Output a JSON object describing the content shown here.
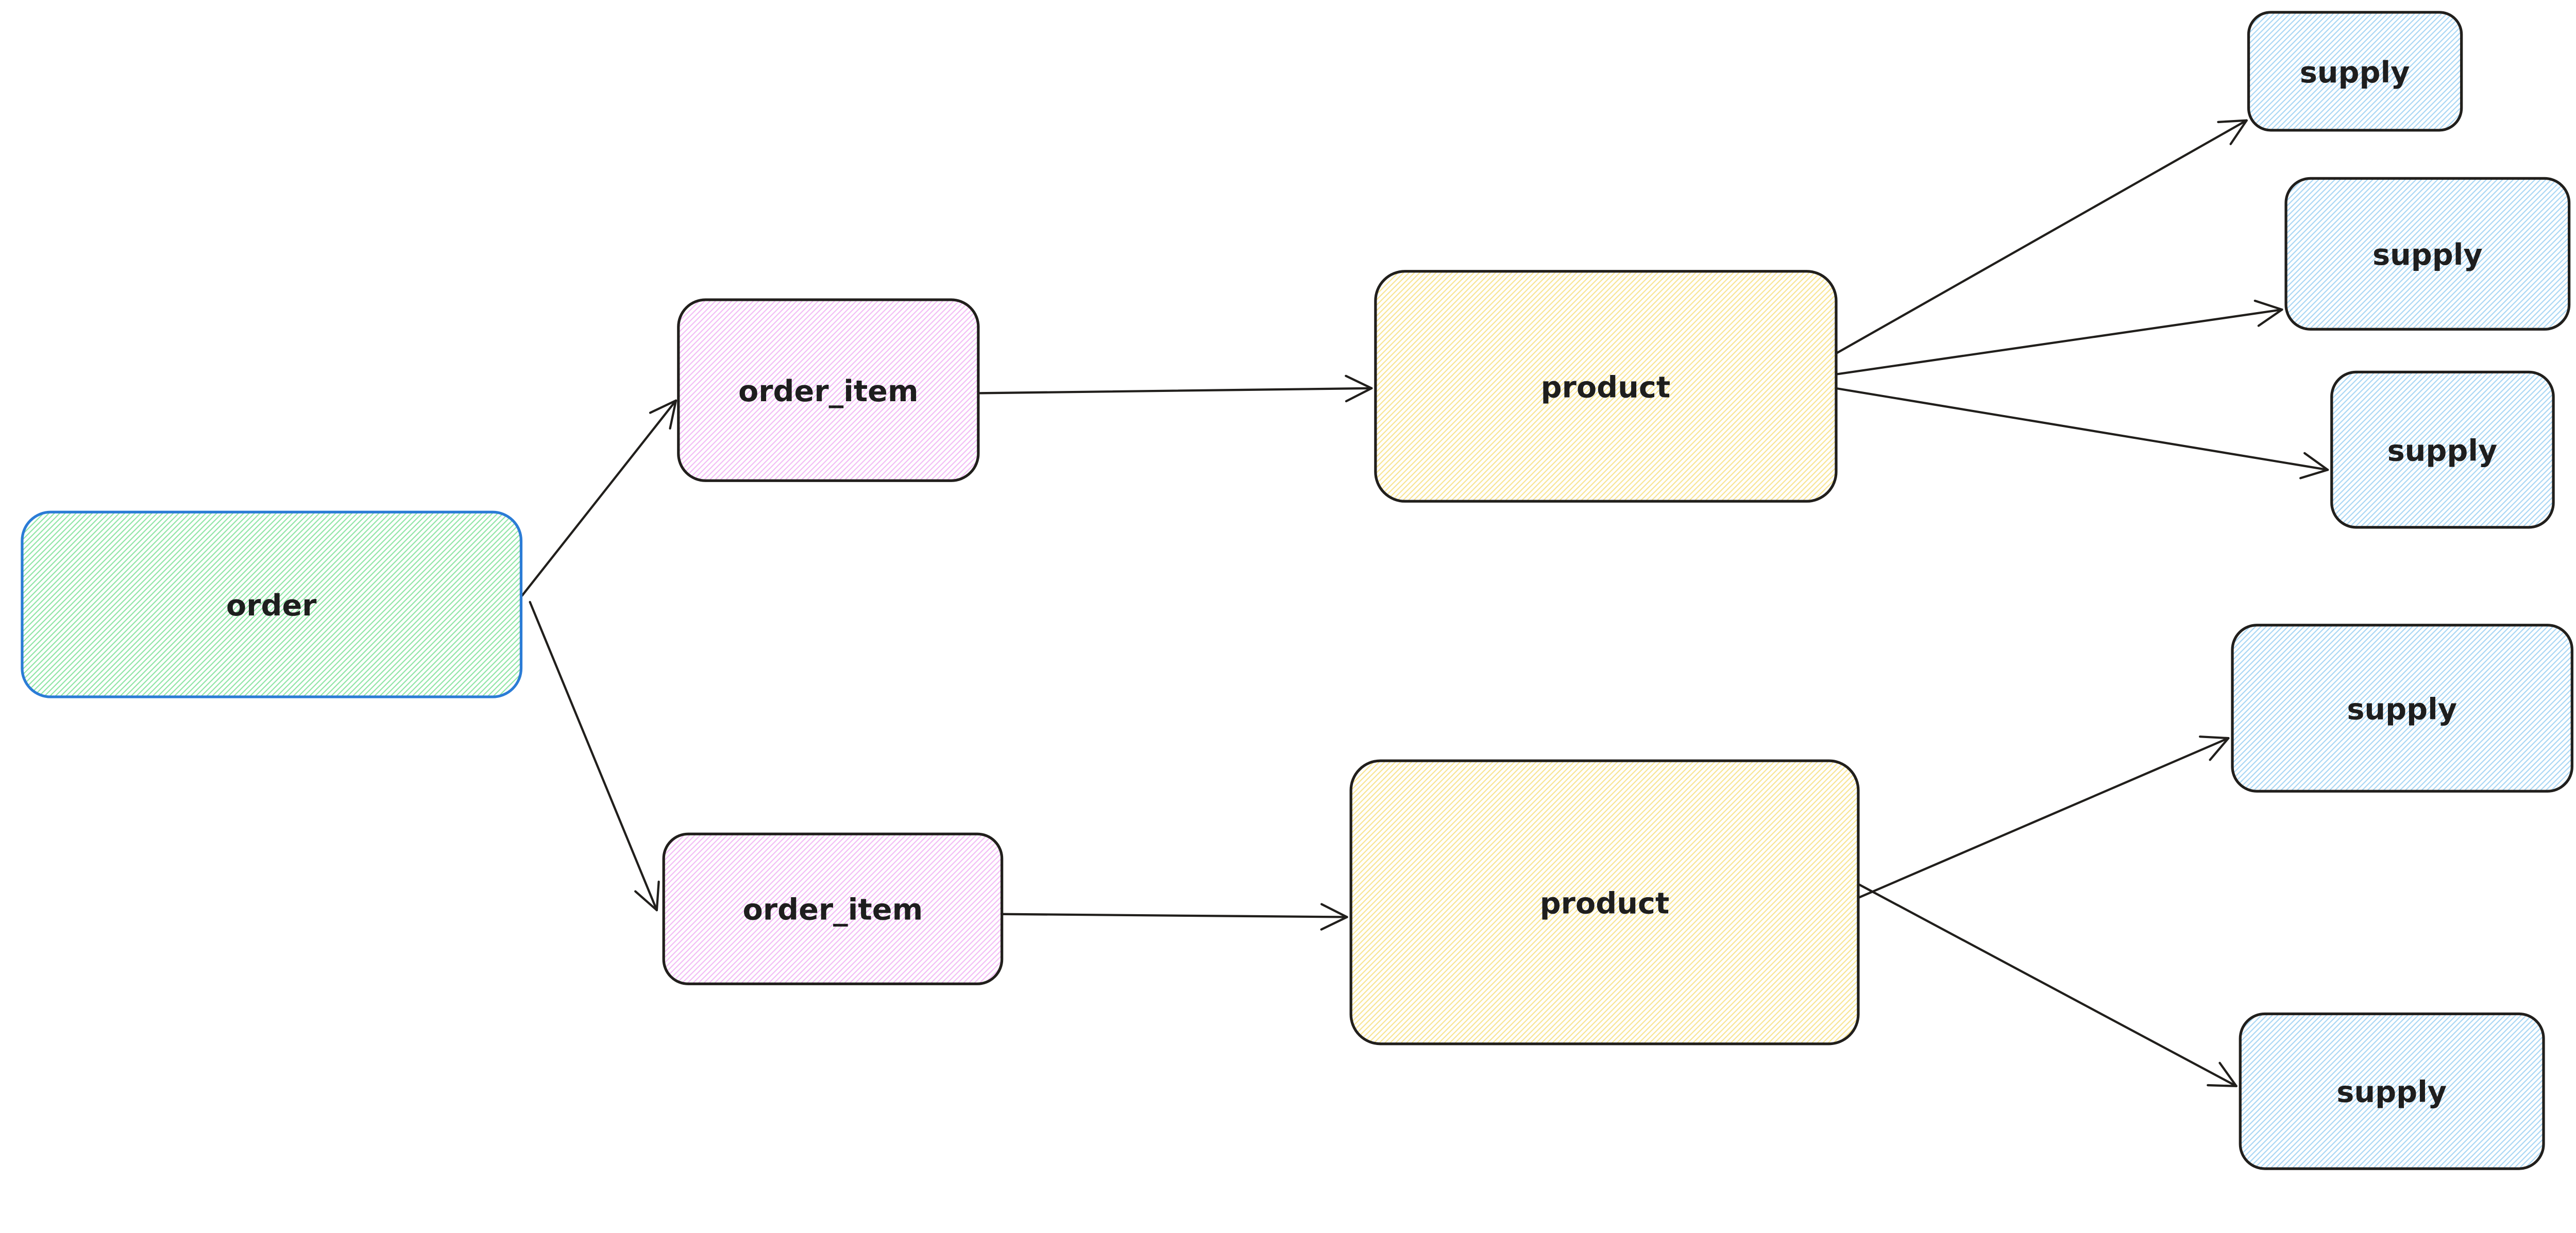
{
  "canvas": {
    "background": "#ffffff",
    "edge_color": "#211f1c",
    "label_color": "#1e1e1e"
  },
  "nodes": {
    "order": {
      "label": "order",
      "border": "#2b7cd6",
      "hatch": "#8fe5a5"
    },
    "order_item_top": {
      "label": "order_item",
      "border": "#211f1c",
      "hatch": "#f2bcf5"
    },
    "order_item_bottom": {
      "label": "order_item",
      "border": "#211f1c",
      "hatch": "#f2bcf5"
    },
    "product_top": {
      "label": "product",
      "border": "#211f1c",
      "hatch": "#f8e492"
    },
    "product_bottom": {
      "label": "product",
      "border": "#211f1c",
      "hatch": "#f8e492"
    },
    "supply_1": {
      "label": "supply",
      "border": "#211f1c",
      "hatch": "#a8d6f4"
    },
    "supply_2": {
      "label": "supply",
      "border": "#211f1c",
      "hatch": "#a8d6f4"
    },
    "supply_3": {
      "label": "supply",
      "border": "#211f1c",
      "hatch": "#a8d6f4"
    },
    "supply_4": {
      "label": "supply",
      "border": "#211f1c",
      "hatch": "#a8d6f4"
    },
    "supply_5": {
      "label": "supply",
      "border": "#211f1c",
      "hatch": "#a8d6f4"
    }
  },
  "connections": [
    {
      "from": "order",
      "to": "order_item_top"
    },
    {
      "from": "order",
      "to": "order_item_bottom"
    },
    {
      "from": "order_item_top",
      "to": "product_top"
    },
    {
      "from": "order_item_bottom",
      "to": "product_bottom"
    },
    {
      "from": "product_top",
      "to": "supply_1"
    },
    {
      "from": "product_top",
      "to": "supply_2"
    },
    {
      "from": "product_top",
      "to": "supply_3"
    },
    {
      "from": "product_bottom",
      "to": "supply_4"
    },
    {
      "from": "product_bottom",
      "to": "supply_5"
    }
  ]
}
